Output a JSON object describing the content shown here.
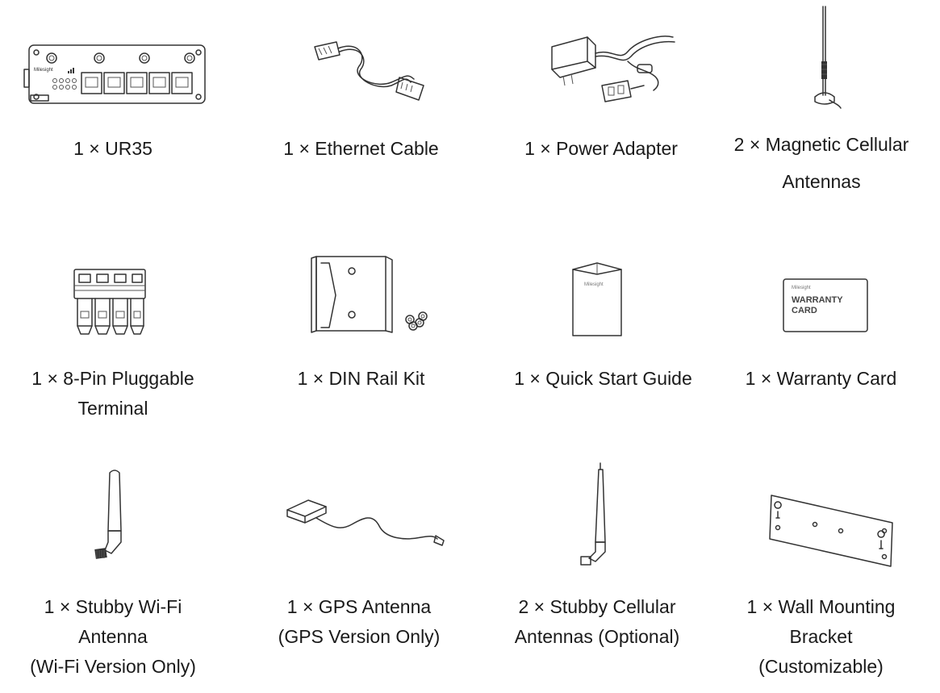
{
  "items": [
    {
      "icon": "router-icon",
      "lines": [
        "1 × UR35"
      ]
    },
    {
      "icon": "ethernet-cable-icon",
      "lines": [
        "1 × Ethernet Cable"
      ]
    },
    {
      "icon": "power-adapter-icon",
      "lines": [
        "1 × Power Adapter"
      ]
    },
    {
      "icon": "magnetic-antenna-icon",
      "lines": [
        "2 × Magnetic Cellular",
        "Antennas"
      ]
    },
    {
      "icon": "terminal-block-icon",
      "lines": [
        "1 × 8-Pin Pluggable",
        "Terminal"
      ]
    },
    {
      "icon": "din-rail-icon",
      "lines": [
        "1 × DIN Rail Kit"
      ]
    },
    {
      "icon": "quick-start-guide-icon",
      "lines": [
        "1 × Quick Start Guide"
      ]
    },
    {
      "icon": "warranty-card-icon",
      "lines": [
        "1 × Warranty Card"
      ]
    },
    {
      "icon": "wifi-antenna-icon",
      "lines": [
        "1 × Stubby Wi-Fi",
        "Antenna",
        "(Wi-Fi Version Only)"
      ]
    },
    {
      "icon": "gps-antenna-icon",
      "lines": [
        "1 × GPS Antenna",
        "(GPS Version Only)"
      ]
    },
    {
      "icon": "stubby-antenna-icon",
      "lines": [
        "2 × Stubby Cellular",
        "Antennas (Optional)"
      ]
    },
    {
      "icon": "mounting-bracket-icon",
      "lines": [
        "1 × Wall Mounting",
        "Bracket",
        "(Customizable)"
      ]
    }
  ],
  "labels": {
    "router_brand": "Milesight",
    "guide_brand": "Milesight",
    "card_brand": "Milesight",
    "card_text_1": "WARRANTY",
    "card_text_2": "CARD"
  }
}
